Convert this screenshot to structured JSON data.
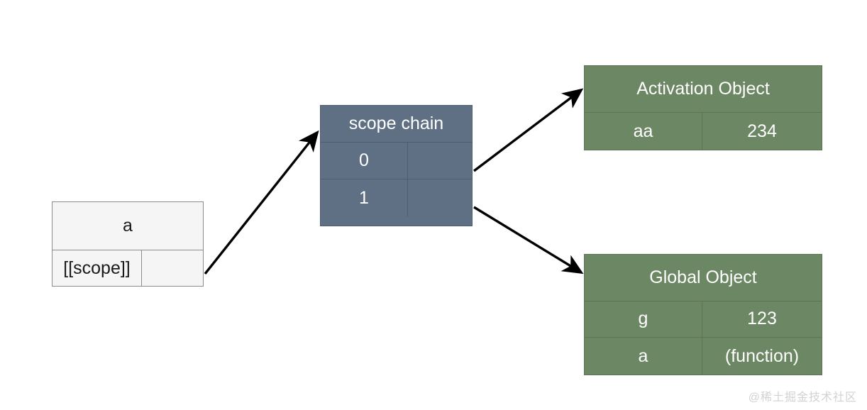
{
  "diagram": {
    "title": "JavaScript scope chain diagram",
    "colors": {
      "slate": "#5f7084",
      "green": "#6c8764",
      "white_box": "#f5f5f5",
      "arrow": "#000000",
      "watermark": "#d2d2d2"
    }
  },
  "function_node": {
    "header": "a",
    "property_label": "[[scope]]",
    "property_value": ""
  },
  "scope_chain_node": {
    "header": "scope chain",
    "entries": [
      {
        "index": "0",
        "value": ""
      },
      {
        "index": "1",
        "value": ""
      }
    ]
  },
  "activation_object_node": {
    "header": "Activation Object",
    "entries": [
      {
        "key": "aa",
        "value": "234"
      }
    ]
  },
  "global_object_node": {
    "header": "Global Object",
    "entries": [
      {
        "key": "g",
        "value": "123"
      },
      {
        "key": "a",
        "value": "(function)"
      }
    ]
  },
  "arrows": [
    {
      "name": "scope-to-scopechain",
      "from": "function_node.[[scope]]",
      "to": "scope_chain_node"
    },
    {
      "name": "scopechain-0-to-activation",
      "from": "scope_chain_node.0",
      "to": "activation_object_node"
    },
    {
      "name": "scopechain-1-to-global",
      "from": "scope_chain_node.1",
      "to": "global_object_node"
    }
  ],
  "watermark": {
    "text": "@稀土掘金技术社区"
  }
}
